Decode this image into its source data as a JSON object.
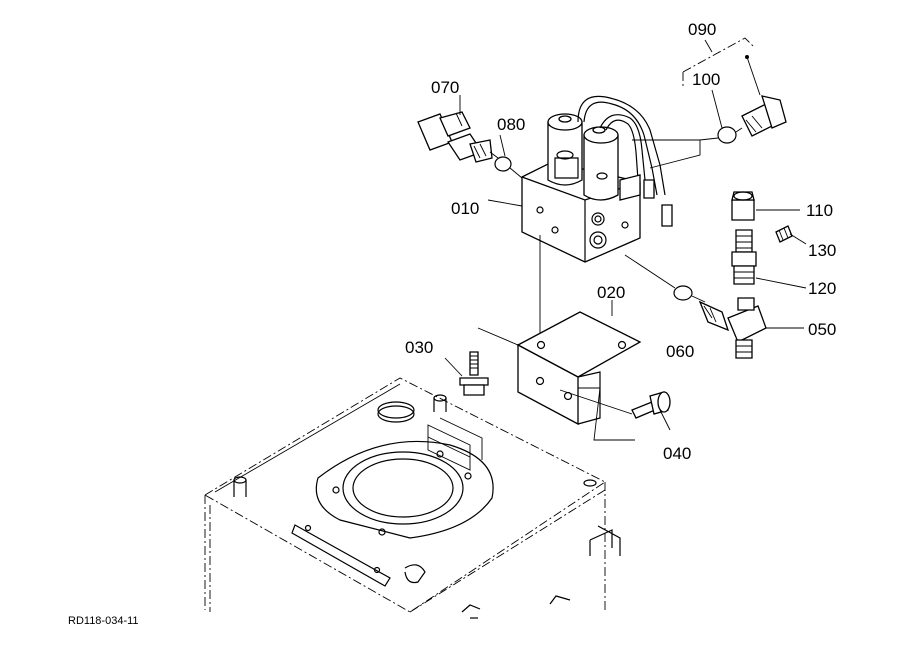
{
  "parts": {
    "p010": "010",
    "p020": "020",
    "p030": "030",
    "p040": "040",
    "p050": "050",
    "p060": "060",
    "p070": "070",
    "p080": "080",
    "p090": "090",
    "p100": "100",
    "p110": "110",
    "p120": "120",
    "p130": "130"
  },
  "reference_code": "RD118-034-11"
}
